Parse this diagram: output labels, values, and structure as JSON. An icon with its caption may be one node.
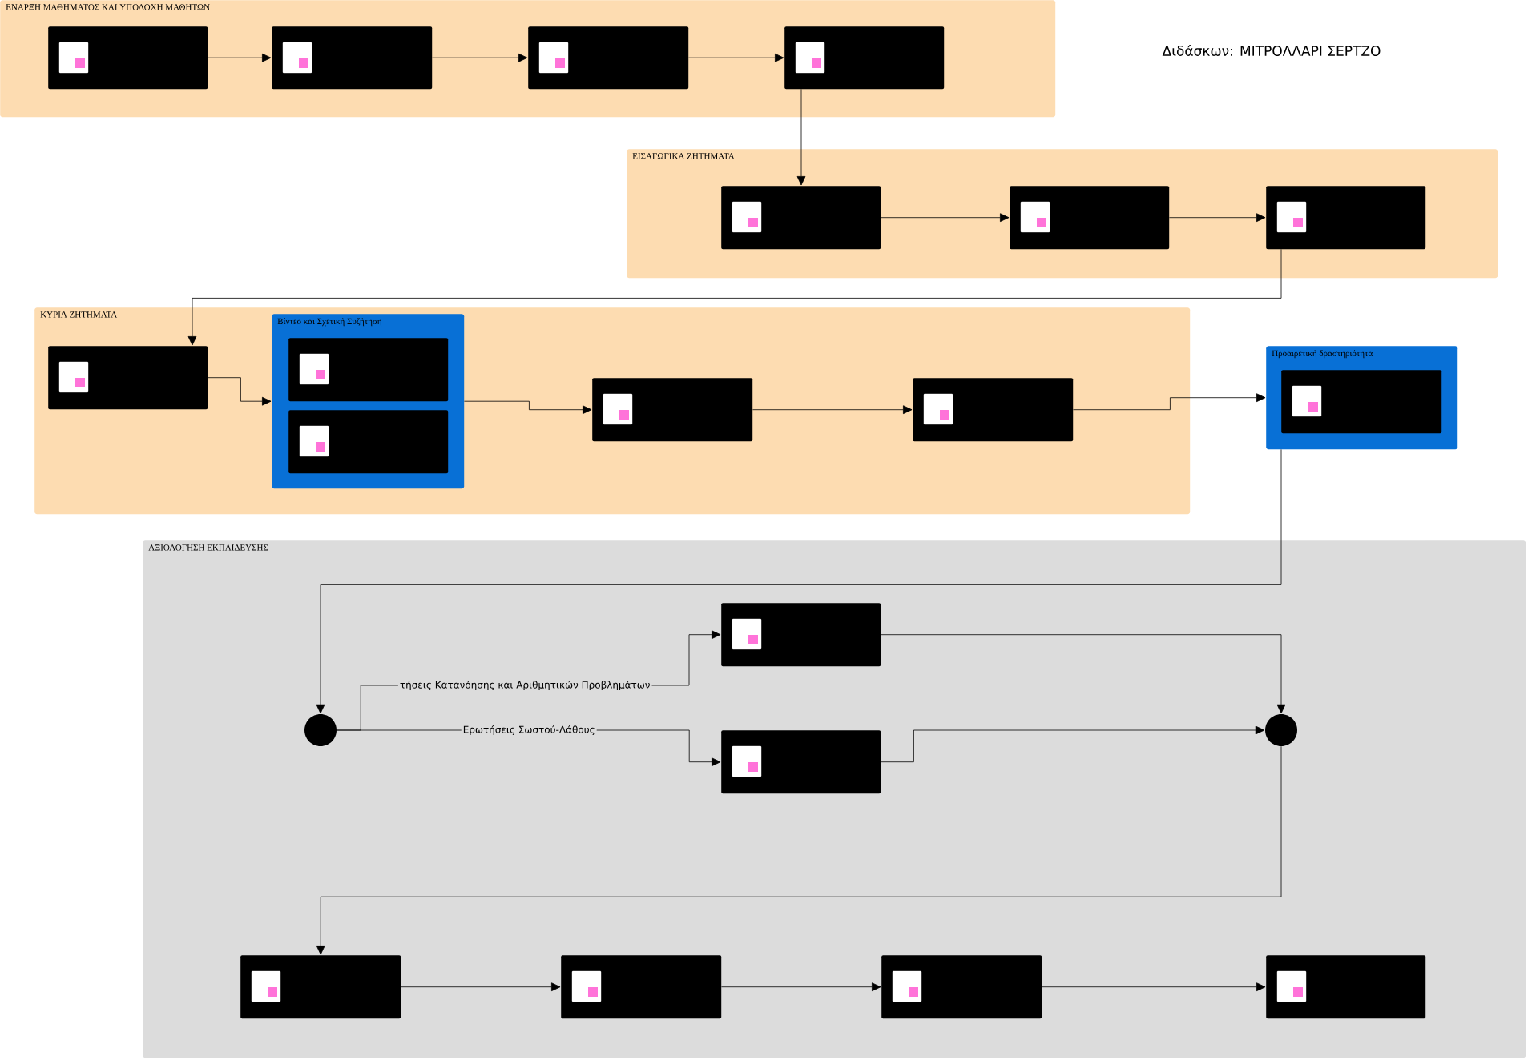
{
  "diagram": {
    "nodes": [
      {
        "text": [
          "ΕΝΑΡΞΗ ΜΑΘΗΜΑΤΟΣ ΚΑΙ ΥΠΟΔΟΧΗ ΜΑΘΗΤΩΝ"
        ]
      },
      {
        "text": [],
        "shape": "box",
        "in": 0
      },
      {
        "text": [],
        "shape": "box",
        "in": 0
      },
      {
        "text": [],
        "shape": "box",
        "in": 0
      },
      {
        "text": [],
        "shape": "box",
        "in": 0
      },
      {
        "text": [
          "ΕΙΣΑΓΩΓΙΚΑ ΖΗΤΗΜΑΤΑ"
        ]
      },
      {
        "text": [],
        "shape": "box",
        "in": 5
      },
      {
        "text": [],
        "shape": "box",
        "in": 5
      },
      {
        "text": [],
        "shape": "box",
        "in": 5
      },
      {
        "text": [
          "ΚΥΡΙΑ ΖΗΤΗΜΑΤΑ"
        ]
      },
      {
        "text": [],
        "shape": "box",
        "in": 9
      },
      {
        "text": [
          "Βίντεο και Σχετική Συζήτηση"
        ],
        "in": 9
      },
      {
        "text": [],
        "shape": "box",
        "in": 11
      },
      {
        "text": [],
        "shape": "box",
        "in": 11
      },
      {
        "text": [],
        "shape": "box",
        "in": 9
      },
      {
        "text": [],
        "shape": "box",
        "in": 9
      },
      {
        "text": [
          "Προαιρετική δραστηριότητα"
        ]
      },
      {
        "text": [],
        "shape": "box",
        "in": 16
      },
      {
        "text": [
          "ΑΞΙΟΛΟΓΗΣΗ ΕΚΠΑΙΔΕΥΣΗΣ"
        ]
      },
      {
        "text": [],
        "shape": "circle",
        "in": 18
      },
      {
        "text": [],
        "shape": "box",
        "in": 18
      },
      {
        "text": [],
        "shape": "box",
        "in": 18
      },
      {
        "text": [],
        "shape": "circle",
        "in": 18
      },
      {
        "text": [],
        "shape": "box",
        "in": 18
      },
      {
        "text": [],
        "shape": "box",
        "in": 18
      },
      {
        "text": [],
        "shape": "box",
        "in": 18
      },
      {
        "text": [],
        "shape": "box",
        "in": 18
      }
    ],
    "edges": [
      {
        "from": 1,
        "to": 2,
        "arrow": "to"
      },
      {
        "from": 2,
        "to": 3,
        "arrow": "to"
      },
      {
        "from": 3,
        "to": 4,
        "arrow": "to"
      },
      {
        "from": 4,
        "to": 6,
        "arrow": "to"
      },
      {
        "from": 6,
        "to": 7,
        "arrow": "to"
      },
      {
        "from": 7,
        "to": 8,
        "arrow": "to"
      },
      {
        "from": 8,
        "to": 10,
        "arrow": "to"
      },
      {
        "from": 10,
        "to": 11,
        "arrow": "to"
      },
      {
        "from": 11,
        "to": 14,
        "arrow": "to"
      },
      {
        "from": 14,
        "to": 15,
        "arrow": "to"
      },
      {
        "from": 15,
        "to": 16,
        "arrow": "to"
      },
      {
        "from": 16,
        "to": 19,
        "arrow": "to"
      },
      {
        "from": 19,
        "to": 20,
        "arrow": "to",
        "label": "τήσεις Κατανόησης και Αριθμητικών Προβλημάτων"
      },
      {
        "from": 19,
        "to": 21,
        "arrow": "to",
        "label": "Ερωτήσεις Σωστού-Λάθους"
      },
      {
        "from": 20,
        "to": 22,
        "arrow": "to"
      },
      {
        "from": 21,
        "to": 22,
        "arrow": "to"
      },
      {
        "from": 22,
        "to": 23,
        "arrow": "to"
      },
      {
        "from": 23,
        "to": 24,
        "arrow": "to"
      },
      {
        "from": 24,
        "to": 25,
        "arrow": "to"
      },
      {
        "from": 25,
        "to": 26,
        "arrow": "to"
      }
    ],
    "labels": [
      "Διδάσκων: ΜΙΤΡΟΛΛΑΡΙ ΣΕΡΤΖΟ"
    ]
  }
}
